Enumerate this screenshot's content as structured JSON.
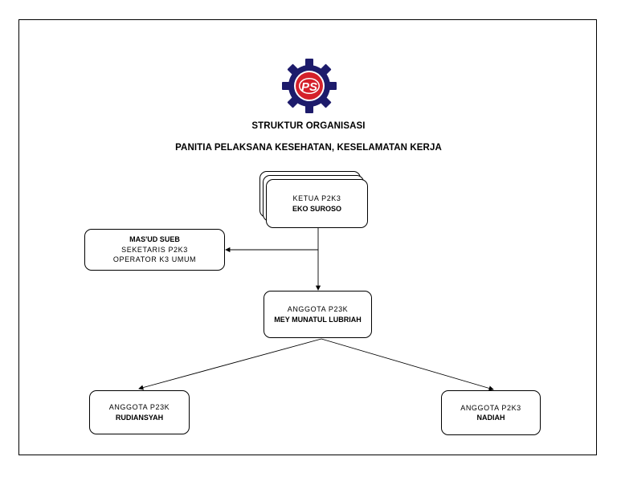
{
  "title": "STRUKTUR ORGANISASI",
  "subtitle": "PANITIA PELAKSANA KESEHATAN, KESELAMATAN KERJA",
  "logo": {
    "text": "PS",
    "gear_color": "#1d1b6b",
    "ring_color": "#d4202a"
  },
  "nodes": {
    "ketua": {
      "role": "KETUA P2K3",
      "name": "EKO SUROSO"
    },
    "sekretaris": {
      "name": "MAS'UD SUEB",
      "role1": "SEKETARIS P2K3",
      "role2": "OPERATOR K3 UMUM"
    },
    "anggota_center": {
      "role": "ANGGOTA P23K",
      "name": "MEY MUNATUL LUBRIAH"
    },
    "anggota_left": {
      "role": "ANGGOTA P23K",
      "name": "RUDIANSYAH"
    },
    "anggota_right": {
      "role": "ANGGOTA P2K3",
      "name": "NADIAH"
    }
  }
}
